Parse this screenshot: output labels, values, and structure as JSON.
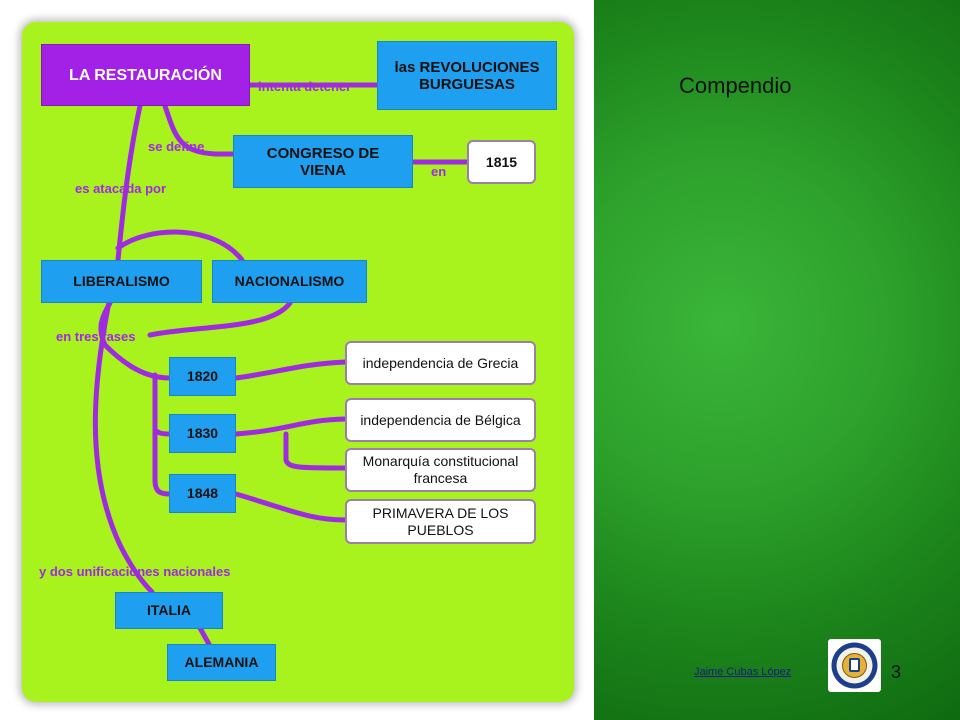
{
  "slide": {
    "title": "Compendio",
    "author": "Jaime Cubas López",
    "page_number": "3"
  },
  "concept_map": {
    "nodes": {
      "restauracion": "LA RESTAURACIÓN",
      "revoluciones": "las REVOLUCIONES BURGUESAS",
      "congreso": "CONGRESO DE VIENA",
      "y1815": "1815",
      "liberalismo": "LIBERALISMO",
      "nacionalismo": "NACIONALISMO",
      "y1820": "1820",
      "y1830": "1830",
      "y1848": "1848",
      "grecia": "independencia de Grecia",
      "belgica": "independencia de Bélgica",
      "monarquia": "Monarquía constitucional francesa",
      "primavera": "PRIMAVERA DE LOS PUEBLOS",
      "italia": "ITALIA",
      "alemania": "ALEMANIA"
    },
    "links": {
      "intenta_detener": "intenta detener",
      "se_define": "se define",
      "en": "en",
      "es_atacada_por": "es atacada por",
      "en_tres_fases": "en tres fases",
      "unificaciones": "y dos unificaciones nacionales"
    },
    "colors": {
      "background": "#a8f21d",
      "connector": "#a02ae0",
      "node_blue": "#1e9ff0",
      "node_purple": "#a321e6"
    }
  }
}
